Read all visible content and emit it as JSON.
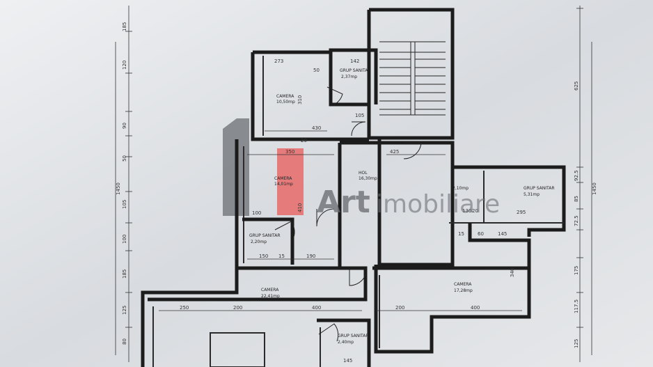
{
  "watermark": {
    "brand": "Art",
    "brand_suffix": "imobiliare",
    "accent_color": "#e86a6a"
  },
  "rooms": {
    "camera_top": {
      "name": "CAMERA",
      "area": "10,50mp",
      "dim_w": "430",
      "dim_h": "310"
    },
    "grup_sanitar_top": {
      "name": "GRUP SANITAR",
      "area": "2,37mp",
      "dim": "142"
    },
    "camera_mid": {
      "name": "CAMERA",
      "area": "14,01mp",
      "dim_w": "350",
      "dim_h": "410"
    },
    "hol": {
      "name": "HOL",
      "area": "16,30mp",
      "dim_w": "425"
    },
    "grup_sanitar_mid": {
      "name": "GRUP SANITAR",
      "area": "2,20mp",
      "dim_a": "150",
      "dim_b": "15",
      "dim_c": "190"
    },
    "small_room": {
      "name": "",
      "area": "2,10mp",
      "dim": "130"
    },
    "grup_sanitar_right": {
      "name": "GRUP SANITAR",
      "area": "5,31mp",
      "dim": "295"
    },
    "camera_bottom_left": {
      "name": "CAMERA",
      "area": "22,41mp",
      "dim_a": "250",
      "dim_b": "200",
      "dim_c": "400"
    },
    "camera_bottom_right": {
      "name": "CAMERA",
      "area": "17,28mp",
      "dim_a": "200",
      "dim_b": "400",
      "dim_h": "340"
    },
    "grup_sanitar_bottom": {
      "name": "GRUP SANITAR",
      "area": "2,40mp",
      "dim": "145"
    }
  },
  "dimensions": {
    "left_total": "1450",
    "right_total": "1450",
    "left_ticks": [
      "185",
      "120",
      "90",
      "50",
      "105",
      "100",
      "185",
      "125",
      "80"
    ],
    "right_ticks": [
      "625",
      "92.5",
      "85",
      "72.5",
      "175",
      "117.5",
      "125"
    ],
    "misc": [
      "273",
      "50",
      "105",
      "20",
      "100",
      "60",
      "145",
      "15",
      "20"
    ]
  }
}
